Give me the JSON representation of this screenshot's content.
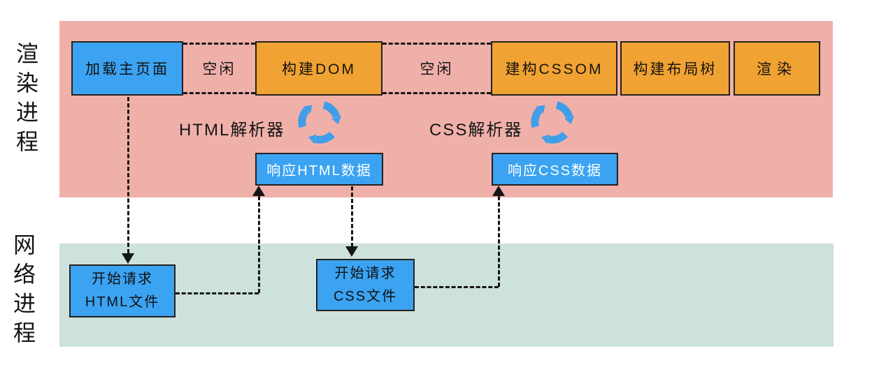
{
  "processes": {
    "render": {
      "label": "渲染进程"
    },
    "network": {
      "label": "网络进程"
    }
  },
  "timeline": [
    {
      "id": "load-main-page",
      "label": "加载主页面",
      "type": "blue"
    },
    {
      "id": "idle-1",
      "label": "空闲",
      "type": "idle"
    },
    {
      "id": "build-dom",
      "label": "构建DOM",
      "type": "orange"
    },
    {
      "id": "idle-2",
      "label": "空闲",
      "type": "idle"
    },
    {
      "id": "build-cssom",
      "label": "建构CSSOM",
      "type": "orange"
    },
    {
      "id": "build-layout-tree",
      "label": "构建布局树",
      "type": "orange"
    },
    {
      "id": "render",
      "label": "渲染",
      "type": "orange"
    }
  ],
  "parsers": {
    "html": {
      "label": "HTML解析器",
      "icon": "loop-arrows-icon"
    },
    "css": {
      "label": "CSS解析器",
      "icon": "loop-arrows-icon"
    }
  },
  "responses": {
    "html": {
      "label": "响应HTML数据"
    },
    "css": {
      "label": "响应CSS数据"
    }
  },
  "requests": {
    "html": {
      "line1": "开始请求",
      "line2": "HTML文件"
    },
    "css": {
      "line1": "开始请求",
      "line2": "CSS文件"
    }
  },
  "colors": {
    "render_band": "#F0B0AA",
    "network_band": "#CDE2DC",
    "blue_box": "#3BA3F2",
    "orange_box": "#F0A232",
    "loop_icon": "#3F9EE8",
    "line": "#151515",
    "response_text": "#FFFFFF"
  }
}
